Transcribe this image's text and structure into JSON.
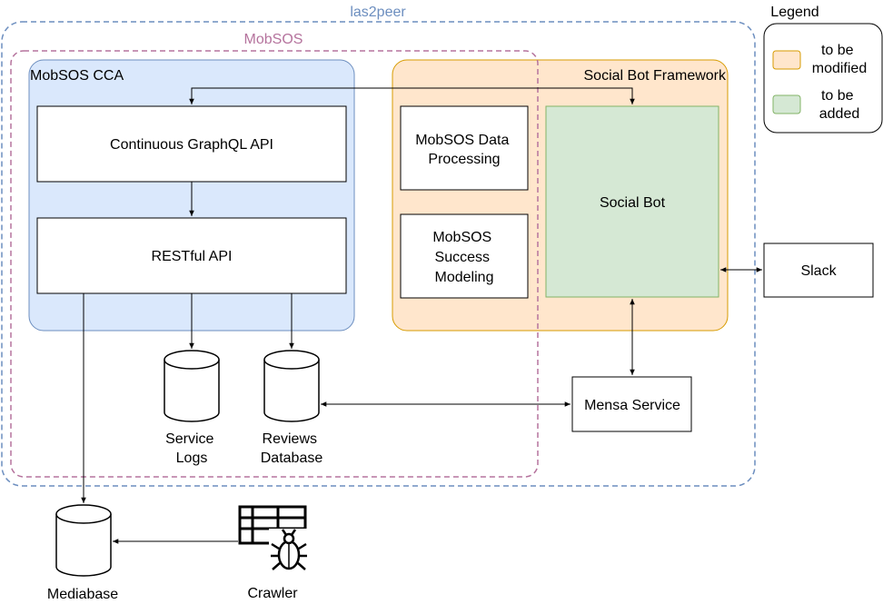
{
  "groups": {
    "las2peer": "las2peer",
    "mobsos": "MobSOS",
    "cca": "MobSOS CCA",
    "sbf": "Social Bot Framework"
  },
  "nodes": {
    "graphql": "Continuous GraphQL API",
    "rest": "RESTful API",
    "data_processing": [
      "MobSOS Data",
      "Processing"
    ],
    "success_modeling": [
      "MobSOS",
      "Success",
      "Modeling"
    ],
    "social_bot": "Social Bot",
    "slack": "Slack",
    "mensa": "Mensa Service",
    "service_logs": [
      "Service",
      "Logs"
    ],
    "reviews_db": [
      "Reviews",
      "Database"
    ],
    "mediabase": "Mediabase",
    "crawler": "Crawler"
  },
  "legend": {
    "title": "Legend",
    "modified": [
      "to be",
      "modified"
    ],
    "added": [
      "to be",
      "added"
    ]
  },
  "colors": {
    "las2peer_border": "#6c8ebf",
    "las2peer_label": "#6c8ebf",
    "mobsos_border": "#b5739d",
    "mobsos_label": "#b5739d",
    "cca_fill": "#dae8fc",
    "cca_border": "#6c8ebf",
    "sbf_fill": "#ffe6cc",
    "sbf_border": "#d79b00",
    "added_fill": "#d5e8d4",
    "added_border": "#82b366"
  }
}
